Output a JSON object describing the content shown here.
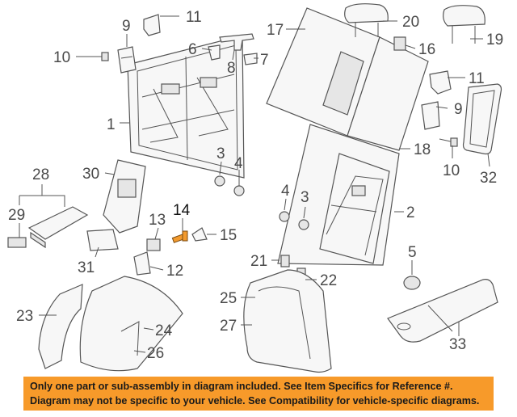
{
  "callouts": [
    {
      "id": "c1",
      "text": "1"
    },
    {
      "id": "c2",
      "text": "2"
    },
    {
      "id": "c3a",
      "text": "3"
    },
    {
      "id": "c3b",
      "text": "3"
    },
    {
      "id": "c4a",
      "text": "4"
    },
    {
      "id": "c4b",
      "text": "4"
    },
    {
      "id": "c5",
      "text": "5"
    },
    {
      "id": "c6",
      "text": "6"
    },
    {
      "id": "c7",
      "text": "7"
    },
    {
      "id": "c8",
      "text": "8"
    },
    {
      "id": "c9a",
      "text": "9"
    },
    {
      "id": "c9b",
      "text": "9"
    },
    {
      "id": "c10a",
      "text": "10"
    },
    {
      "id": "c10b",
      "text": "10"
    },
    {
      "id": "c11a",
      "text": "11"
    },
    {
      "id": "c11b",
      "text": "11"
    },
    {
      "id": "c12",
      "text": "12"
    },
    {
      "id": "c13",
      "text": "13"
    },
    {
      "id": "c14",
      "text": "14"
    },
    {
      "id": "c15",
      "text": "15"
    },
    {
      "id": "c16",
      "text": "16"
    },
    {
      "id": "c17",
      "text": "17"
    },
    {
      "id": "c18",
      "text": "18"
    },
    {
      "id": "c19",
      "text": "19"
    },
    {
      "id": "c20",
      "text": "20"
    },
    {
      "id": "c21",
      "text": "21"
    },
    {
      "id": "c22",
      "text": "22"
    },
    {
      "id": "c23",
      "text": "23"
    },
    {
      "id": "c24",
      "text": "24"
    },
    {
      "id": "c25",
      "text": "25"
    },
    {
      "id": "c26",
      "text": "26"
    },
    {
      "id": "c27",
      "text": "27"
    },
    {
      "id": "c28",
      "text": "28"
    },
    {
      "id": "c29",
      "text": "29"
    },
    {
      "id": "c30",
      "text": "30"
    },
    {
      "id": "c31",
      "text": "31"
    },
    {
      "id": "c32",
      "text": "32"
    },
    {
      "id": "c33",
      "text": "33"
    }
  ],
  "highlighted_part": "14",
  "highlight_color": "#f29a2e",
  "notice": {
    "line1": "Only one part or sub-assembly in diagram included. See Item Specifics for Reference #.",
    "line2": "Diagram may not be specific to your vehicle. See Compatibility for vehicle-specific diagrams.",
    "background": "#f79a2a"
  }
}
